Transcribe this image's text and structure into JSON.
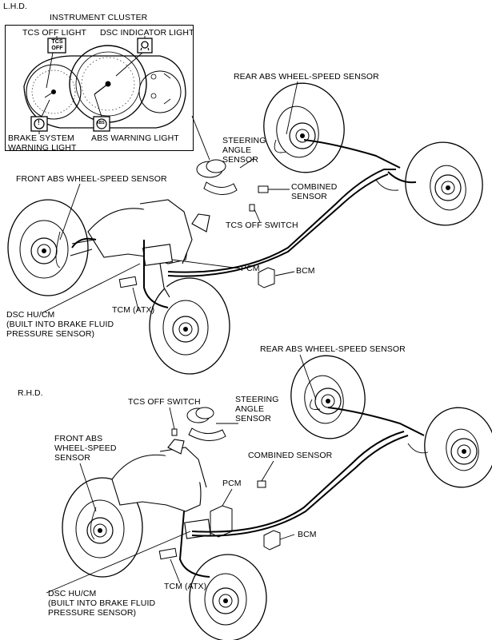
{
  "sections": {
    "lhd": "L.H.D.",
    "rhd": "R.H.D."
  },
  "lhd": {
    "cluster_title": "INSTRUMENT CLUSTER",
    "tcs_off_light": "TCS OFF LIGHT",
    "dsc_indicator_light": "DSC INDICATOR LIGHT",
    "brake_warning_light": "BRAKE SYSTEM\nWARNING LIGHT",
    "abs_warning_light": "ABS WARNING LIGHT",
    "rear_abs_sensor": "REAR ABS WHEEL-SPEED SENSOR",
    "steering_angle_sensor": "STEERING\nANGLE\nSENSOR",
    "combined_sensor": "COMBINED\nSENSOR",
    "front_abs_sensor": "FRONT ABS WHEEL-SPEED SENSOR",
    "tcs_off_switch": "TCS OFF SWITCH",
    "pcm": "PCM",
    "bcm": "BCM",
    "tcm": "TCM (ATX)",
    "dsc_hu_cm": "DSC HU/CM\n(BUILT INTO BRAKE FLUID\nPRESSURE SENSOR)",
    "tcs_badge": "TCS\nOFF",
    "abs_badge": "ABS",
    "brake_badge": "!"
  },
  "rhd": {
    "rear_abs_sensor": "REAR ABS WHEEL-SPEED SENSOR",
    "tcs_off_switch": "TCS OFF SWITCH",
    "steering_angle_sensor": "STEERING\nANGLE\nSENSOR",
    "front_abs_sensor": "FRONT ABS\nWHEEL-SPEED\nSENSOR",
    "combined_sensor": "COMBINED SENSOR",
    "pcm": "PCM",
    "bcm": "BCM",
    "tcm": "TCM (ATX)",
    "dsc_hu_cm": "DSC HU/CM\n(BUILT INTO BRAKE FLUID\nPRESSURE SENSOR)"
  }
}
